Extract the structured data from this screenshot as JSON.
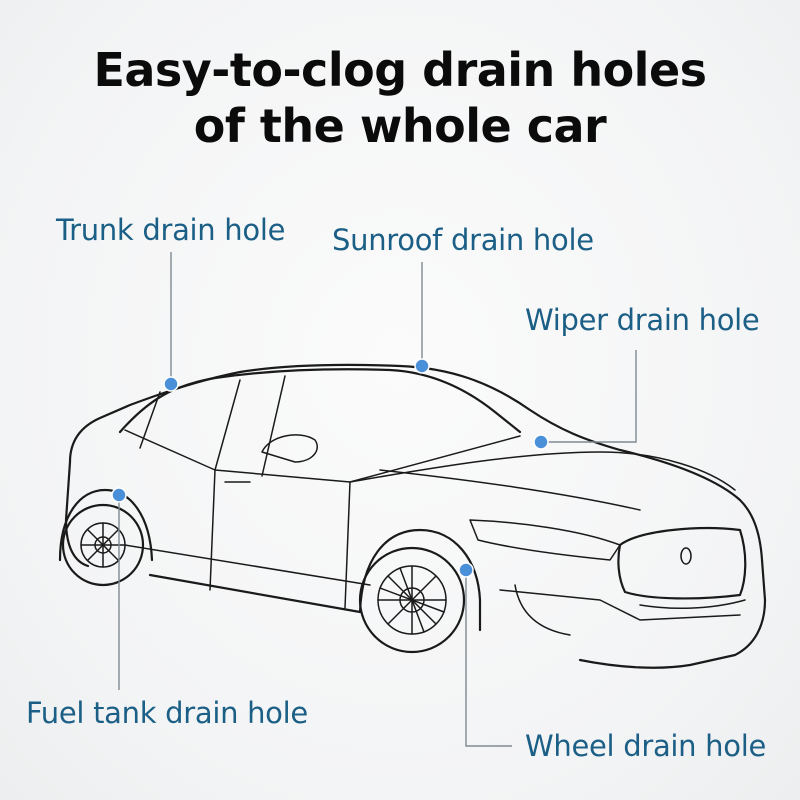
{
  "title": {
    "line1": "Easy-to-clog drain holes",
    "line2": "of the whole car"
  },
  "labels": {
    "trunk": "Trunk drain hole",
    "sunroof": "Sunroof drain hole",
    "wiper": "Wiper drain hole",
    "fuel_tank": "Fuel tank drain hole",
    "wheel": "Wheel drain hole"
  },
  "colors": {
    "label_text": "#1c5f86",
    "marker": "#4a90d9",
    "title_text": "#0b0b0b",
    "outline": "#1a1a1a"
  }
}
